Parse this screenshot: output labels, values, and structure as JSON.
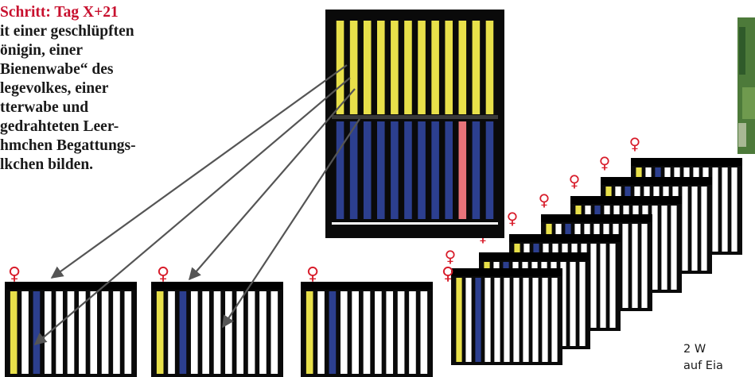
{
  "text": {
    "step_line": "Schritt: Tag X+21",
    "lines": [
      "it einer geschlüpften",
      "önigin, einer",
      "Bienenwabe“ des",
      "legevolkes, einer",
      "tterwabe und",
      "gedrahteten Leer-",
      "hmchen Begattungs-",
      "lkchen bilden."
    ]
  },
  "caption": {
    "lines": [
      "2 W",
      "auf Eia"
    ]
  },
  "colors": {
    "brood_yellow": "#e8e04a",
    "brood_blue": "#2c3f8f",
    "queen_red": "#e8747a",
    "frame_black": "#0a0a0a",
    "female_symbol": "#d81c2a"
  },
  "symbols": {
    "female": "♀"
  }
}
